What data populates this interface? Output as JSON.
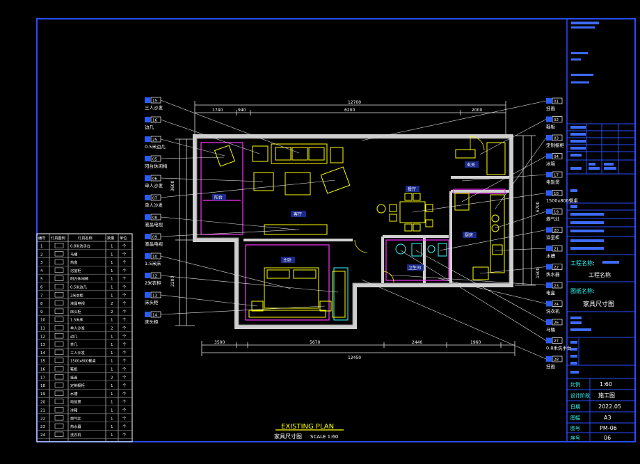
{
  "drawing": {
    "title_en": "EXISTING PLAN",
    "title_cn": "家具尺寸图",
    "scale_text": "SCALE 1:60"
  },
  "dims": {
    "top_total": "12700",
    "top_seg1": "1740",
    "top_seg2": "940",
    "top_seg3": "6200",
    "top_seg4": "2000",
    "bottom_total": "12450",
    "bottom_seg1": "3500",
    "bottom_seg2": "5670",
    "bottom_seg3": "2440",
    "bottom_seg4": "1960",
    "left_1": "3600",
    "left_2": "2200",
    "right_1": "6700",
    "right_2": "1500"
  },
  "rooms": {
    "balcony": "阳台",
    "living": "客厅",
    "dining": "餐厅",
    "master_bed": "主卧",
    "kitchen": "厨房",
    "bath": "卫生间",
    "entry": "玄关"
  },
  "left_callouts": [
    {
      "num": "15",
      "label": "三人沙发"
    },
    {
      "num": "16",
      "label": "边几"
    },
    {
      "num": "25",
      "label": "0.5米边几"
    },
    {
      "num": "05",
      "label": "阳台休闲椅"
    },
    {
      "num": "06",
      "label": "单人沙发"
    },
    {
      "num": "07",
      "label": "单人沙发"
    },
    {
      "num": "08",
      "label": "液晶电视"
    },
    {
      "num": "09",
      "label": "液晶电视"
    },
    {
      "num": "10",
      "label": "1.5米床"
    },
    {
      "num": "12",
      "label": "2米衣柜"
    },
    {
      "num": "13",
      "label": "床头柜"
    },
    {
      "num": "14",
      "label": "床头柜"
    }
  ],
  "right_callouts": [
    {
      "num": "01",
      "label": "挂画"
    },
    {
      "num": "02",
      "label": "鞋柜"
    },
    {
      "num": "03",
      "label": "定制橱柜"
    },
    {
      "num": "04",
      "label": "冰箱"
    },
    {
      "num": "17",
      "label": "电饭煲"
    },
    {
      "num": "18",
      "label": "1500x800餐桌"
    },
    {
      "num": "19",
      "label": "燃气灶"
    },
    {
      "num": "20",
      "label": "浴室柜"
    },
    {
      "num": "21",
      "label": "水槽"
    },
    {
      "num": "22",
      "label": "热水器"
    },
    {
      "num": "23",
      "label": "电盒"
    },
    {
      "num": "24",
      "label": "洗衣机"
    },
    {
      "num": "26",
      "label": "马桶"
    },
    {
      "num": "27",
      "label": "0.8米洗手台"
    },
    {
      "num": "28",
      "label": "挂画"
    }
  ],
  "legend": {
    "headers": [
      "编号",
      "灯具图例",
      "灯具名称",
      "数量",
      "单位"
    ],
    "rows": [
      {
        "n": "1",
        "name": "0.8米洗手台",
        "qty": "1",
        "unit": "个"
      },
      {
        "n": "2",
        "name": "马桶",
        "qty": "1",
        "unit": "个"
      },
      {
        "n": "3",
        "name": "热盒",
        "qty": "1",
        "unit": "个"
      },
      {
        "n": "4",
        "name": "浴室柜",
        "qty": "1",
        "unit": "个"
      },
      {
        "n": "5",
        "name": "阳台休闲椅",
        "qty": "1",
        "unit": "个"
      },
      {
        "n": "6",
        "name": "0.5米边几",
        "qty": "1",
        "unit": "个"
      },
      {
        "n": "7",
        "name": "2米衣柜",
        "qty": "1",
        "unit": "个"
      },
      {
        "n": "8",
        "name": "液晶电视",
        "qty": "2",
        "unit": "个"
      },
      {
        "n": "9",
        "name": "床头柜",
        "qty": "2",
        "unit": "个"
      },
      {
        "n": "10",
        "name": "1.5米床",
        "qty": "1",
        "unit": "个"
      },
      {
        "n": "11",
        "name": "单人沙发",
        "qty": "2",
        "unit": "个"
      },
      {
        "n": "12",
        "name": "边几",
        "qty": "1",
        "unit": "个"
      },
      {
        "n": "13",
        "name": "茶几",
        "qty": "1",
        "unit": "个"
      },
      {
        "n": "14",
        "name": "三人沙发",
        "qty": "1",
        "unit": "个"
      },
      {
        "n": "15",
        "name": "1500x800餐桌",
        "qty": "1",
        "unit": "个"
      },
      {
        "n": "16",
        "name": "鞋柜",
        "qty": "1",
        "unit": "个"
      },
      {
        "n": "17",
        "name": "挂画",
        "qty": "2",
        "unit": "个"
      },
      {
        "n": "18",
        "name": "定制橱柜",
        "qty": "1",
        "unit": "个"
      },
      {
        "n": "19",
        "name": "水槽",
        "qty": "1",
        "unit": "个"
      },
      {
        "n": "20",
        "name": "电饭煲",
        "qty": "1",
        "unit": "个"
      },
      {
        "n": "21",
        "name": "冰箱",
        "qty": "1",
        "unit": "个"
      },
      {
        "n": "22",
        "name": "燃气灶",
        "qty": "1",
        "unit": "个"
      },
      {
        "n": "23",
        "name": "热水器",
        "qty": "1",
        "unit": "个"
      },
      {
        "n": "24",
        "name": "洗衣机",
        "qty": "1",
        "unit": "个"
      }
    ]
  },
  "title_block": {
    "project_label": "工程名称:",
    "project_name": "工程名称",
    "drawing_label": "图纸名称:",
    "drawing_name": "家具尺寸图",
    "scale_label": "比例",
    "scale_value": "1:60",
    "stage_label": "设计阶段",
    "stage_value": "施工图",
    "date_label": "日期",
    "date_value": "2022.05",
    "size_label": "图幅",
    "size_value": "A3",
    "no_label": "图号",
    "no_value": "PM-06",
    "seq_label": "序号",
    "seq_value": "06"
  },
  "colors": {
    "frame": "#2a4cff",
    "callout": "#2a5bff",
    "wall": "#d6d6d6",
    "dim": "#ffff66",
    "furniture": "#ffff00",
    "magenta": "#ff33ff",
    "cyan": "#33ffff",
    "white": "#ffffff"
  }
}
